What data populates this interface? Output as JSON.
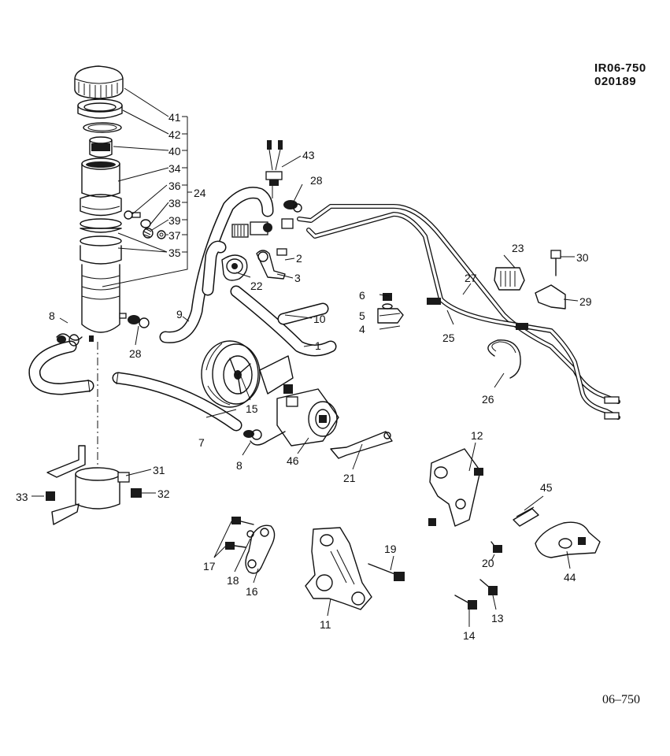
{
  "header": {
    "code_line1": "IR06-750",
    "code_line2": "020189"
  },
  "footer": {
    "figure_id": "06–750"
  },
  "callouts": {
    "c1": "1",
    "c2": "2",
    "c3": "3",
    "c4": "4",
    "c5": "5",
    "c6": "6",
    "c7": "7",
    "c8a": "8",
    "c8b": "8",
    "c9": "9",
    "c10": "10",
    "c11": "11",
    "c12": "12",
    "c13": "13",
    "c14": "14",
    "c15": "15",
    "c16": "16",
    "c17": "17",
    "c18": "18",
    "c19": "19",
    "c20": "20",
    "c21": "21",
    "c22": "22",
    "c23": "23",
    "c24": "24",
    "c25": "25",
    "c26": "26",
    "c27": "27",
    "c28a": "28",
    "c28b": "28",
    "c29": "29",
    "c30": "30",
    "c31": "31",
    "c32": "32",
    "c33": "33",
    "c34": "34",
    "c35": "35",
    "c36": "36",
    "c37": "37",
    "c38": "38",
    "c39": "39",
    "c40": "40",
    "c41": "41",
    "c42": "42",
    "c43": "43",
    "c44": "44",
    "c45": "45",
    "c46": "46"
  }
}
